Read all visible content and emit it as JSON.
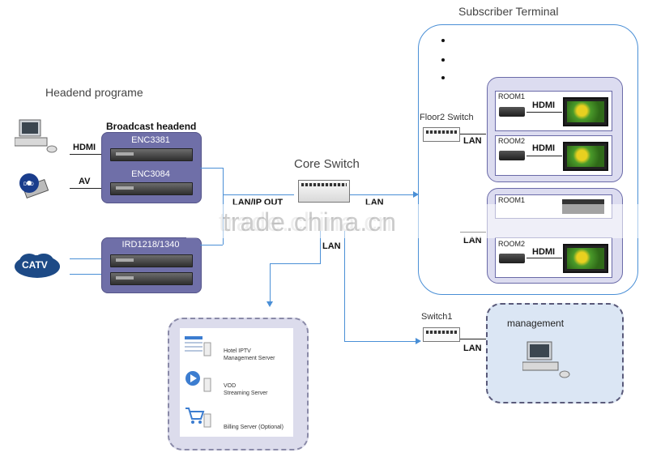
{
  "labels": {
    "headend_program": "Headend programe",
    "broadcast_headend": "Broadcast headend",
    "enc1": "ENC3381",
    "enc2": "ENC3084",
    "ird": "IRD1218/1340",
    "hdmi": "HDMI",
    "av": "AV",
    "catv": "CATV",
    "core_switch": "Core Switch",
    "lan_ip_out": "LAN/IP OUT",
    "lan": "LAN",
    "lan_partial": "LAN",
    "subscriber_terminal": "Subscriber Terminal",
    "floor2_switch": "Floor2 Switch",
    "switch1": "Switch1",
    "management": "management",
    "watermark": "trade.china.cn"
  },
  "rooms": [
    {
      "name": "ROOM1",
      "link": "HDMI"
    },
    {
      "name": "ROOM2",
      "link": "HDMI"
    },
    {
      "name": "ROOM1"
    },
    {
      "name": "ROOM2",
      "link": "HDMI"
    }
  ],
  "servers": [
    {
      "name": "Hotel IPTV\nManagement Server",
      "icon": "document-list-icon"
    },
    {
      "name": "VOD\nStreaming Server",
      "icon": "play-icon"
    },
    {
      "name": "Billing Server (Optional)",
      "icon": "cart-icon"
    }
  ],
  "colors": {
    "device_box": "#6f6fa8",
    "arrow": "#4a8fd6",
    "subscriber_border": "#4a8fd6",
    "room_group": "#dcdcf0"
  }
}
